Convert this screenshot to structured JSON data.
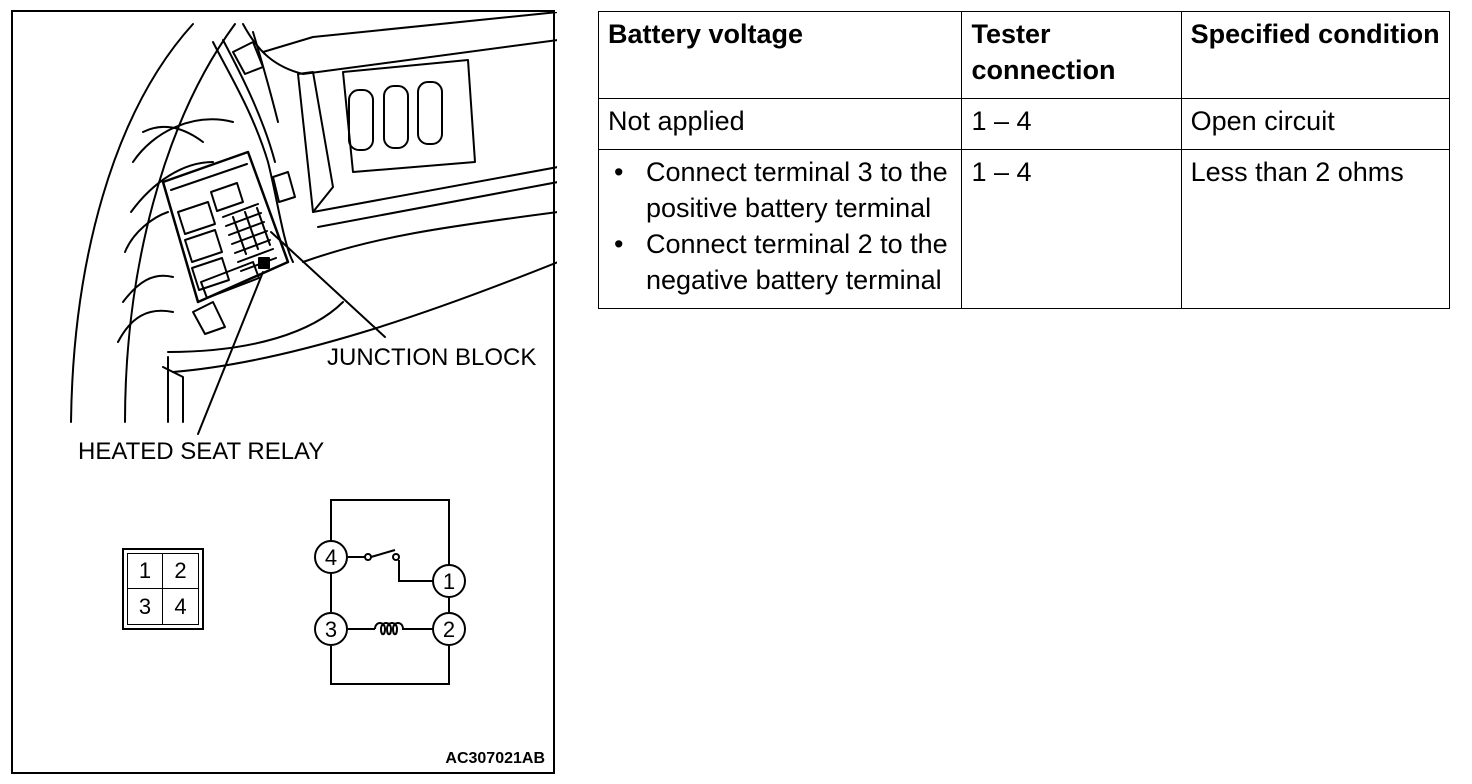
{
  "figure": {
    "callout_junction": "JUNCTION BLOCK",
    "callout_relay": "HEATED SEAT RELAY",
    "code": "AC307021AB",
    "connector_pins": [
      "1",
      "2",
      "3",
      "4"
    ],
    "circuit_nodes": [
      "4",
      "1",
      "3",
      "2"
    ]
  },
  "table": {
    "headers": [
      "Battery voltage",
      "Tester connection",
      "Specified condition"
    ],
    "rows": [
      {
        "condition": "Not applied",
        "tester": "1 – 4",
        "spec": "Open circuit"
      },
      {
        "condition_list": [
          "Connect terminal 3 to the positive battery terminal",
          "Connect terminal 2 to the negative battery terminal"
        ],
        "tester": "1 – 4",
        "spec": "Less than 2 ohms"
      }
    ]
  }
}
